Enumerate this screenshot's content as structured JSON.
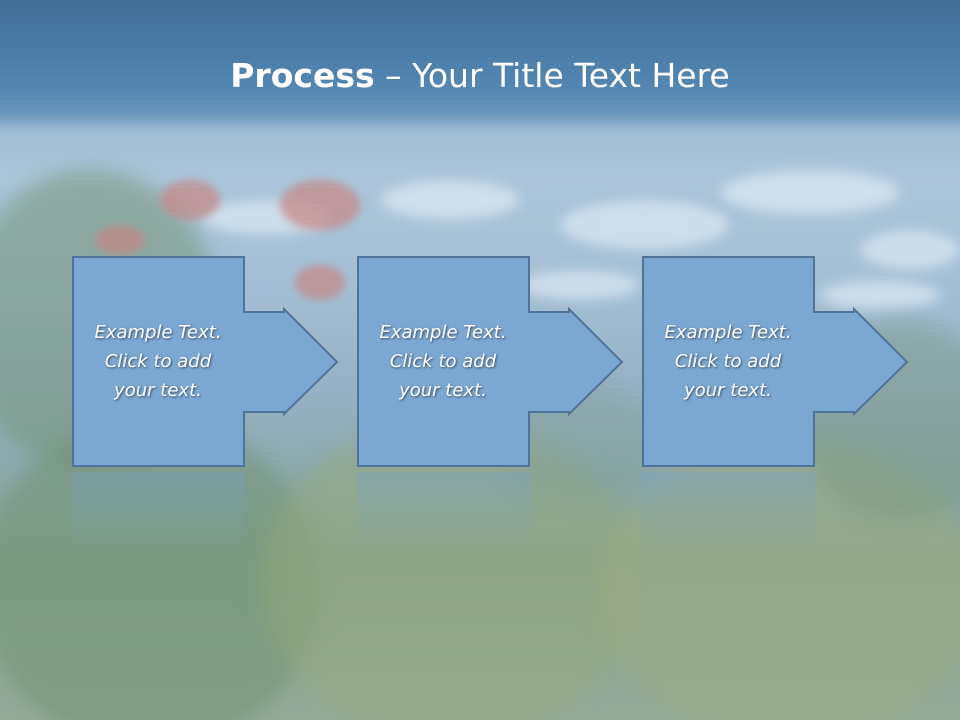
{
  "slide": {
    "title_bold": "Process",
    "title_rest": " – Your Title Text Here"
  },
  "steps": [
    {
      "text": "Example Text.\nClick  to add\nyour text."
    },
    {
      "text": "Example Text.\nClick  to add\nyour text."
    },
    {
      "text": "Example Text.\nClick  to add\nyour text."
    }
  ],
  "colors": {
    "box_fill": "#7ba7d3",
    "box_stroke": "#4f7399",
    "title_text": "#ffffff"
  }
}
